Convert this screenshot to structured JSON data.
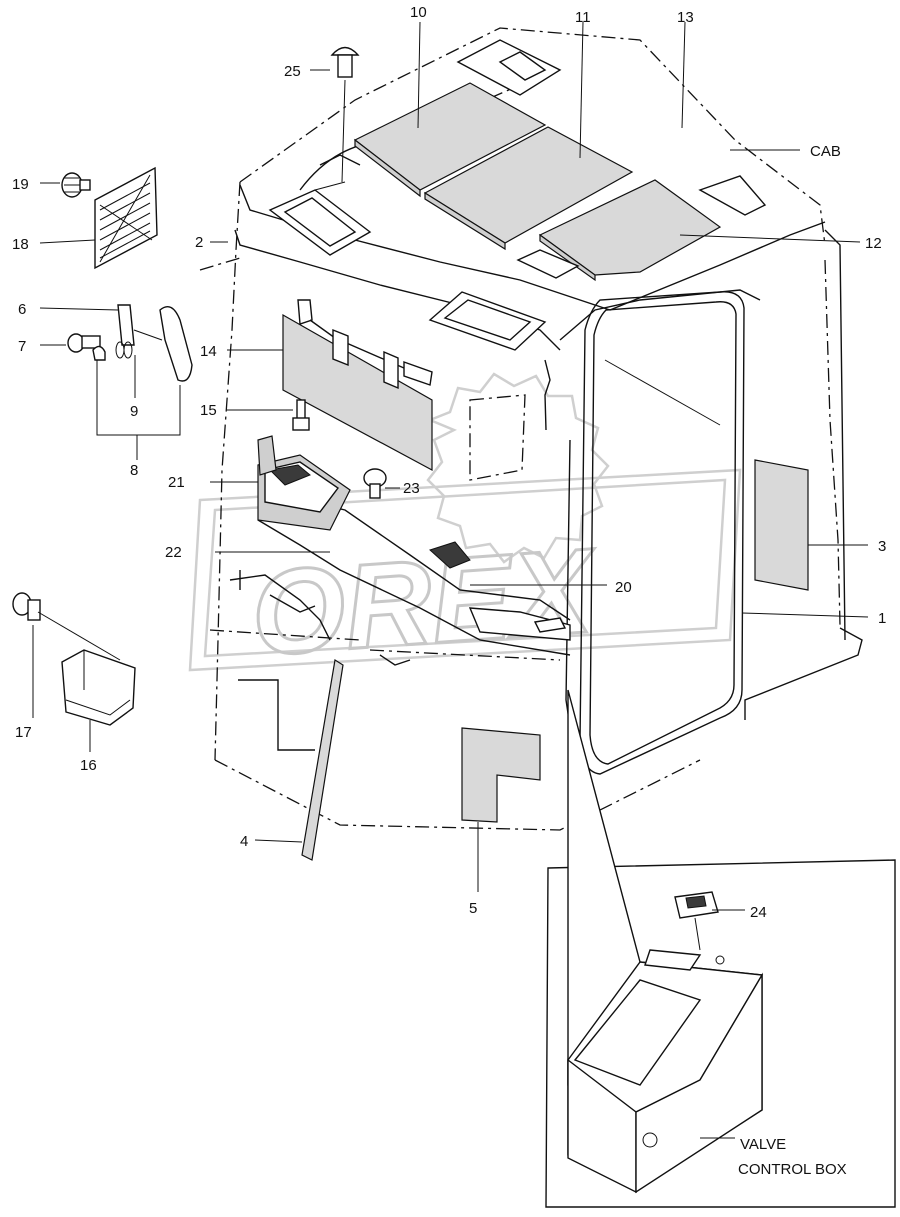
{
  "diagram": {
    "callouts": [
      {
        "id": "c10",
        "text": "10"
      },
      {
        "id": "c11",
        "text": "11"
      },
      {
        "id": "c13",
        "text": "13"
      },
      {
        "id": "c25",
        "text": "25"
      },
      {
        "id": "cab",
        "text": "CAB"
      },
      {
        "id": "c19",
        "text": "19"
      },
      {
        "id": "c18",
        "text": "18"
      },
      {
        "id": "c2",
        "text": "2"
      },
      {
        "id": "c12",
        "text": "12"
      },
      {
        "id": "c6",
        "text": "6"
      },
      {
        "id": "c7",
        "text": "7"
      },
      {
        "id": "c14",
        "text": "14"
      },
      {
        "id": "c9",
        "text": "9"
      },
      {
        "id": "c15",
        "text": "15"
      },
      {
        "id": "c8",
        "text": "8"
      },
      {
        "id": "c21",
        "text": "21"
      },
      {
        "id": "c23",
        "text": "23"
      },
      {
        "id": "c3",
        "text": "3"
      },
      {
        "id": "c22",
        "text": "22"
      },
      {
        "id": "c20",
        "text": "20"
      },
      {
        "id": "c1",
        "text": "1"
      },
      {
        "id": "c17",
        "text": "17"
      },
      {
        "id": "c16",
        "text": "16"
      },
      {
        "id": "c4",
        "text": "4"
      },
      {
        "id": "c5",
        "text": "5"
      },
      {
        "id": "c24",
        "text": "24"
      },
      {
        "id": "vcb1",
        "text": "VALVE"
      },
      {
        "id": "vcb2",
        "text": "CONTROL BOX"
      }
    ],
    "watermark": "OREX"
  }
}
